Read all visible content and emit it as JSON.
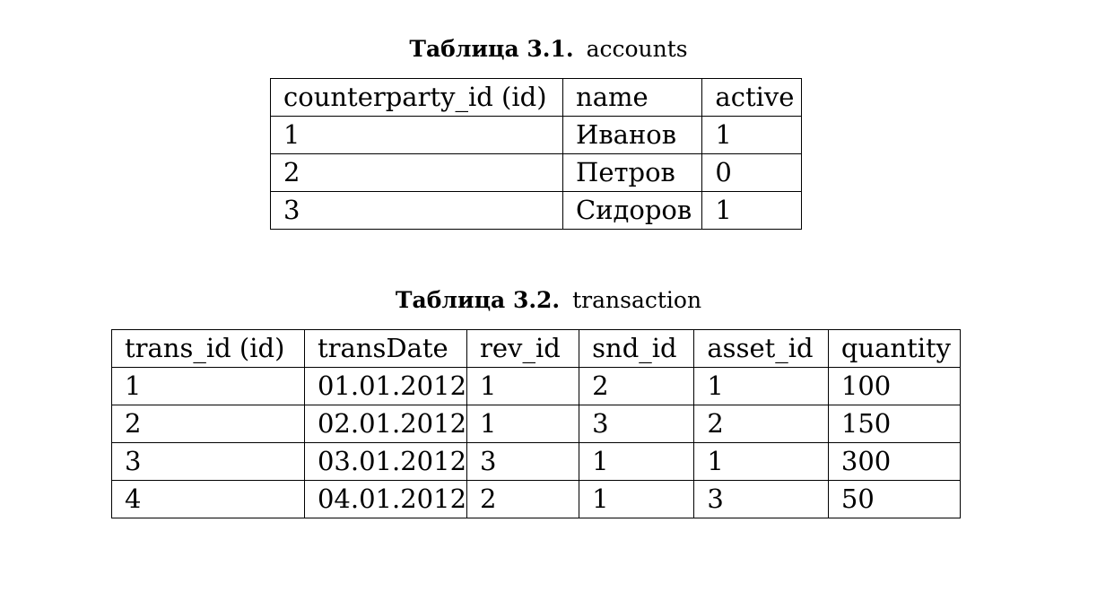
{
  "table1": {
    "caption_label": "Таблица 3.1.",
    "caption_name": "accounts",
    "headers": [
      "counterparty_id (id)",
      "name",
      "active"
    ],
    "rows": [
      [
        "1",
        "Иванов",
        "1"
      ],
      [
        "2",
        "Петров",
        "0"
      ],
      [
        "3",
        "Сидоров",
        "1"
      ]
    ]
  },
  "table2": {
    "caption_label": "Таблица 3.2.",
    "caption_name": "transaction",
    "headers": [
      "trans_id (id)",
      "transDate",
      "rev_id",
      "snd_id",
      "asset_id",
      "quantity"
    ],
    "rows": [
      [
        "1",
        "01.01.2012",
        "1",
        "2",
        "1",
        "100"
      ],
      [
        "2",
        "02.01.2012",
        "1",
        "3",
        "2",
        "150"
      ],
      [
        "3",
        "03.01.2012",
        "3",
        "1",
        "1",
        "300"
      ],
      [
        "4",
        "04.01.2012",
        "2",
        "1",
        "3",
        "50"
      ]
    ]
  }
}
